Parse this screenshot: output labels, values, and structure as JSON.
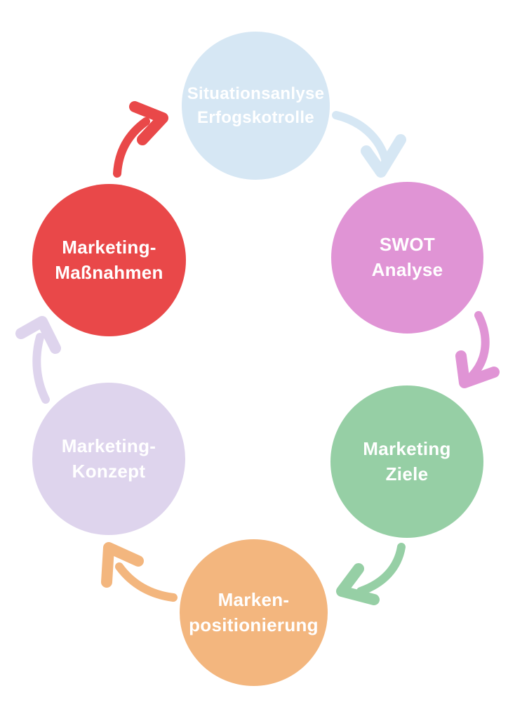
{
  "canvas": {
    "background": "#ffffff"
  },
  "diagram": {
    "text_color": "#ffffff",
    "steps": [
      {
        "label_lines": [
          "Situationsanlyse",
          "Erfogskotrolle"
        ],
        "fill": "#d6e7f4"
      },
      {
        "label_lines": [
          "SWOT",
          "Analyse"
        ],
        "fill": "#e094d5"
      },
      {
        "label_lines": [
          "Marketing",
          "Ziele"
        ],
        "fill": "#96cfa5"
      },
      {
        "label_lines": [
          "Marken-",
          "positionierung"
        ],
        "fill": "#f3b67e"
      },
      {
        "label_lines": [
          "Marketing-",
          "Konzept"
        ],
        "fill": "#ded4ed"
      },
      {
        "label_lines": [
          "Marketing-",
          "Maßnahmen"
        ],
        "fill": "#e94849"
      }
    ],
    "arrows": [
      {
        "from": "situationsanalyse-erfolgskontrolle",
        "to": "swot-analyse",
        "color": "#d6e7f4"
      },
      {
        "from": "swot-analyse",
        "to": "marketing-ziele",
        "color": "#e094d5"
      },
      {
        "from": "marketing-ziele",
        "to": "markenpositionierung",
        "color": "#96cfa5"
      },
      {
        "from": "markenpositionierung",
        "to": "marketing-konzept",
        "color": "#f3b67e"
      },
      {
        "from": "marketing-konzept",
        "to": "marketing-massnahmen",
        "color": "#ded4ed"
      },
      {
        "from": "marketing-massnahmen",
        "to": "situationsanalyse-erfolgskontrolle",
        "color": "#e94849"
      }
    ]
  }
}
